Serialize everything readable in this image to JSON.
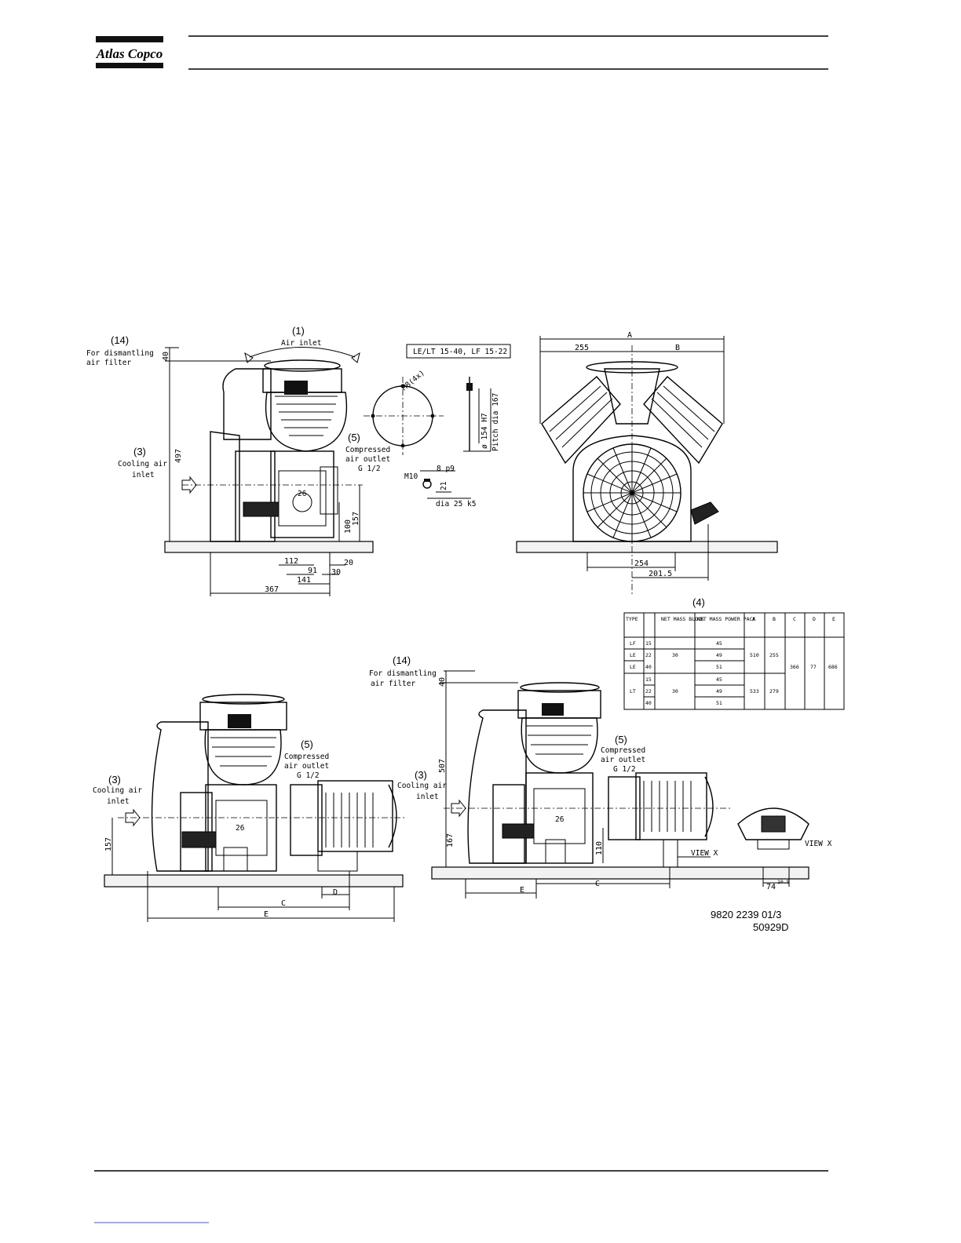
{
  "brand": {
    "name": "Atlas Copco"
  },
  "callouts": {
    "c1": "(1)",
    "c1_text": "Air inlet",
    "c14": "(14)",
    "c14_text1": "For dismantling",
    "c14_text2": "air filter",
    "c3": "(3)",
    "c3_text1": "Cooling air",
    "c3_text2": "inlet",
    "c5": "(5)",
    "c5_text1": "Compressed",
    "c5_text2": "air outlet",
    "c5_text3": "G 1/2",
    "c4": "(4)",
    "view_x": "VIEW X"
  },
  "flange_detail": {
    "title": "LE/LT 15-40, LF 15-22",
    "bolt": "M8(4x)",
    "bore": "ø 154 H7",
    "pitch": "Pitch dia 167",
    "key": "8 p9",
    "key_h": "21",
    "thread": "M10",
    "shaft": "dia 25 k5"
  },
  "dims_top_left": [
    "40",
    "497",
    "157",
    "100",
    "112",
    "20",
    "91",
    "30",
    "141",
    "367",
    "26"
  ],
  "dims_top_right": [
    "A",
    "255",
    "B",
    "254",
    "201.5"
  ],
  "dims_bottom_left": [
    "157",
    "26",
    "C",
    "D",
    "E"
  ],
  "dims_bottom_right": [
    "40",
    "507",
    "167",
    "110",
    "26",
    "E",
    "C",
    "74",
    "10.5"
  ],
  "table": {
    "headers": [
      "TYPE",
      "",
      "NET MASS BLOCK",
      "NET MASS POWER PACK",
      "A",
      "B",
      "C",
      "D",
      "E"
    ],
    "rows": [
      [
        "LF",
        "15",
        "",
        "45"
      ],
      [
        "LE",
        "22",
        "30",
        "49"
      ],
      [
        "LE",
        "40",
        "",
        "51"
      ],
      [
        "",
        "15",
        "",
        "45"
      ],
      [
        "LT",
        "22",
        "30",
        "49"
      ],
      [
        "",
        "40",
        "",
        "51"
      ]
    ],
    "a1": "510",
    "b1": "255",
    "a2": "533",
    "b2": "279",
    "c": "366",
    "d": "77",
    "e": "686"
  },
  "doc_number": "9820 2239 01/3",
  "doc_code": "50929D"
}
